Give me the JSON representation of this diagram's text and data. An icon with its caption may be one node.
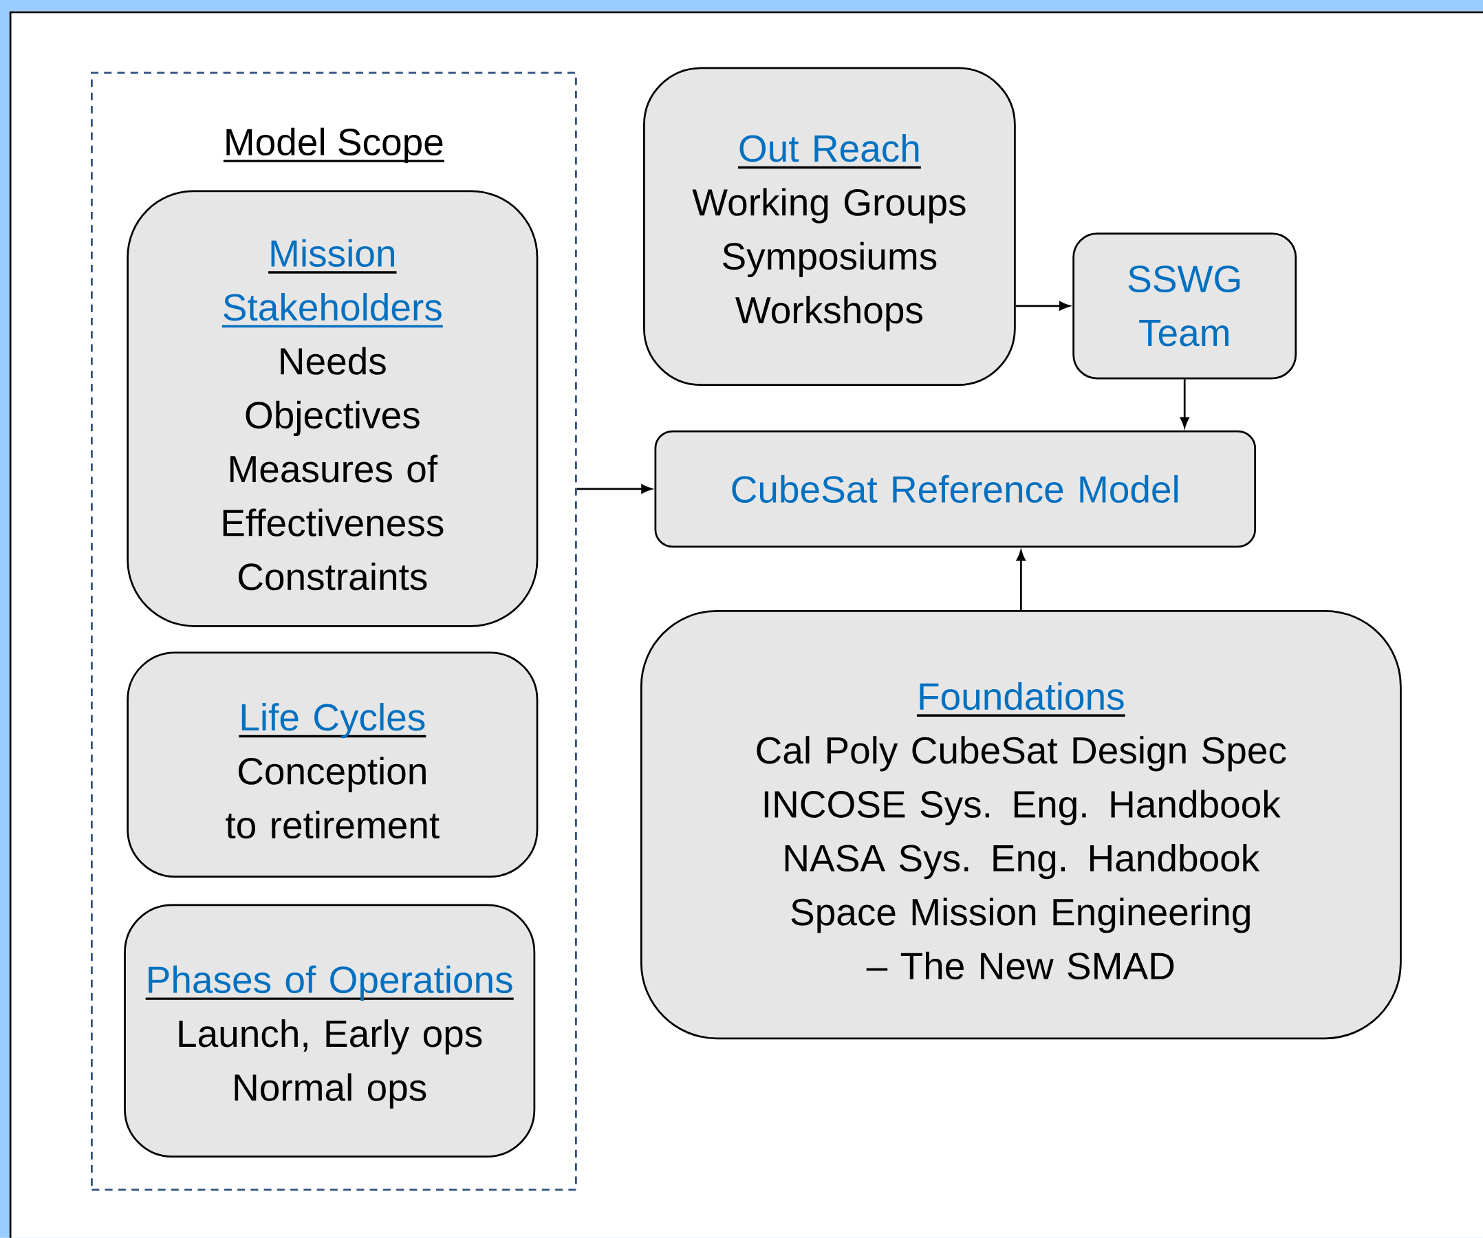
{
  "diagram": {
    "nodes": [
      {
        "text": [
          "Model Scope"
        ]
      },
      {
        "text": [
          "Mission Stakeholders",
          "Needs",
          "Objectives",
          "Measures of Effectiveness",
          "Constraints"
        ],
        "in": 0
      },
      {
        "text": [
          "Life Cycles",
          "Conception to retirement"
        ],
        "in": 0
      },
      {
        "text": [
          "Phases of Operations",
          "Launch, Early ops",
          "Normal ops"
        ],
        "in": 0
      },
      {
        "text": [
          "Out Reach",
          "Working Groups",
          "Symposiums",
          "Workshops"
        ]
      },
      {
        "text": [
          "SSWG Team"
        ]
      },
      {
        "text": [
          "CubeSat Reference Model"
        ]
      },
      {
        "text": [
          "Foundations",
          "Cal Poly CubeSat Design Spec",
          "INCOSE Sys. Eng. Handbook",
          "NASA Sys. Eng. Handbook",
          "Space Mission Engineering – The New SMAD"
        ]
      }
    ],
    "edges": [
      {
        "from": 0,
        "to": 6,
        "arrow": "to"
      },
      {
        "from": 4,
        "to": 5,
        "arrow": "to"
      },
      {
        "from": 5,
        "to": 6,
        "arrow": "to"
      },
      {
        "from": 7,
        "to": 6,
        "arrow": "to"
      }
    ]
  }
}
